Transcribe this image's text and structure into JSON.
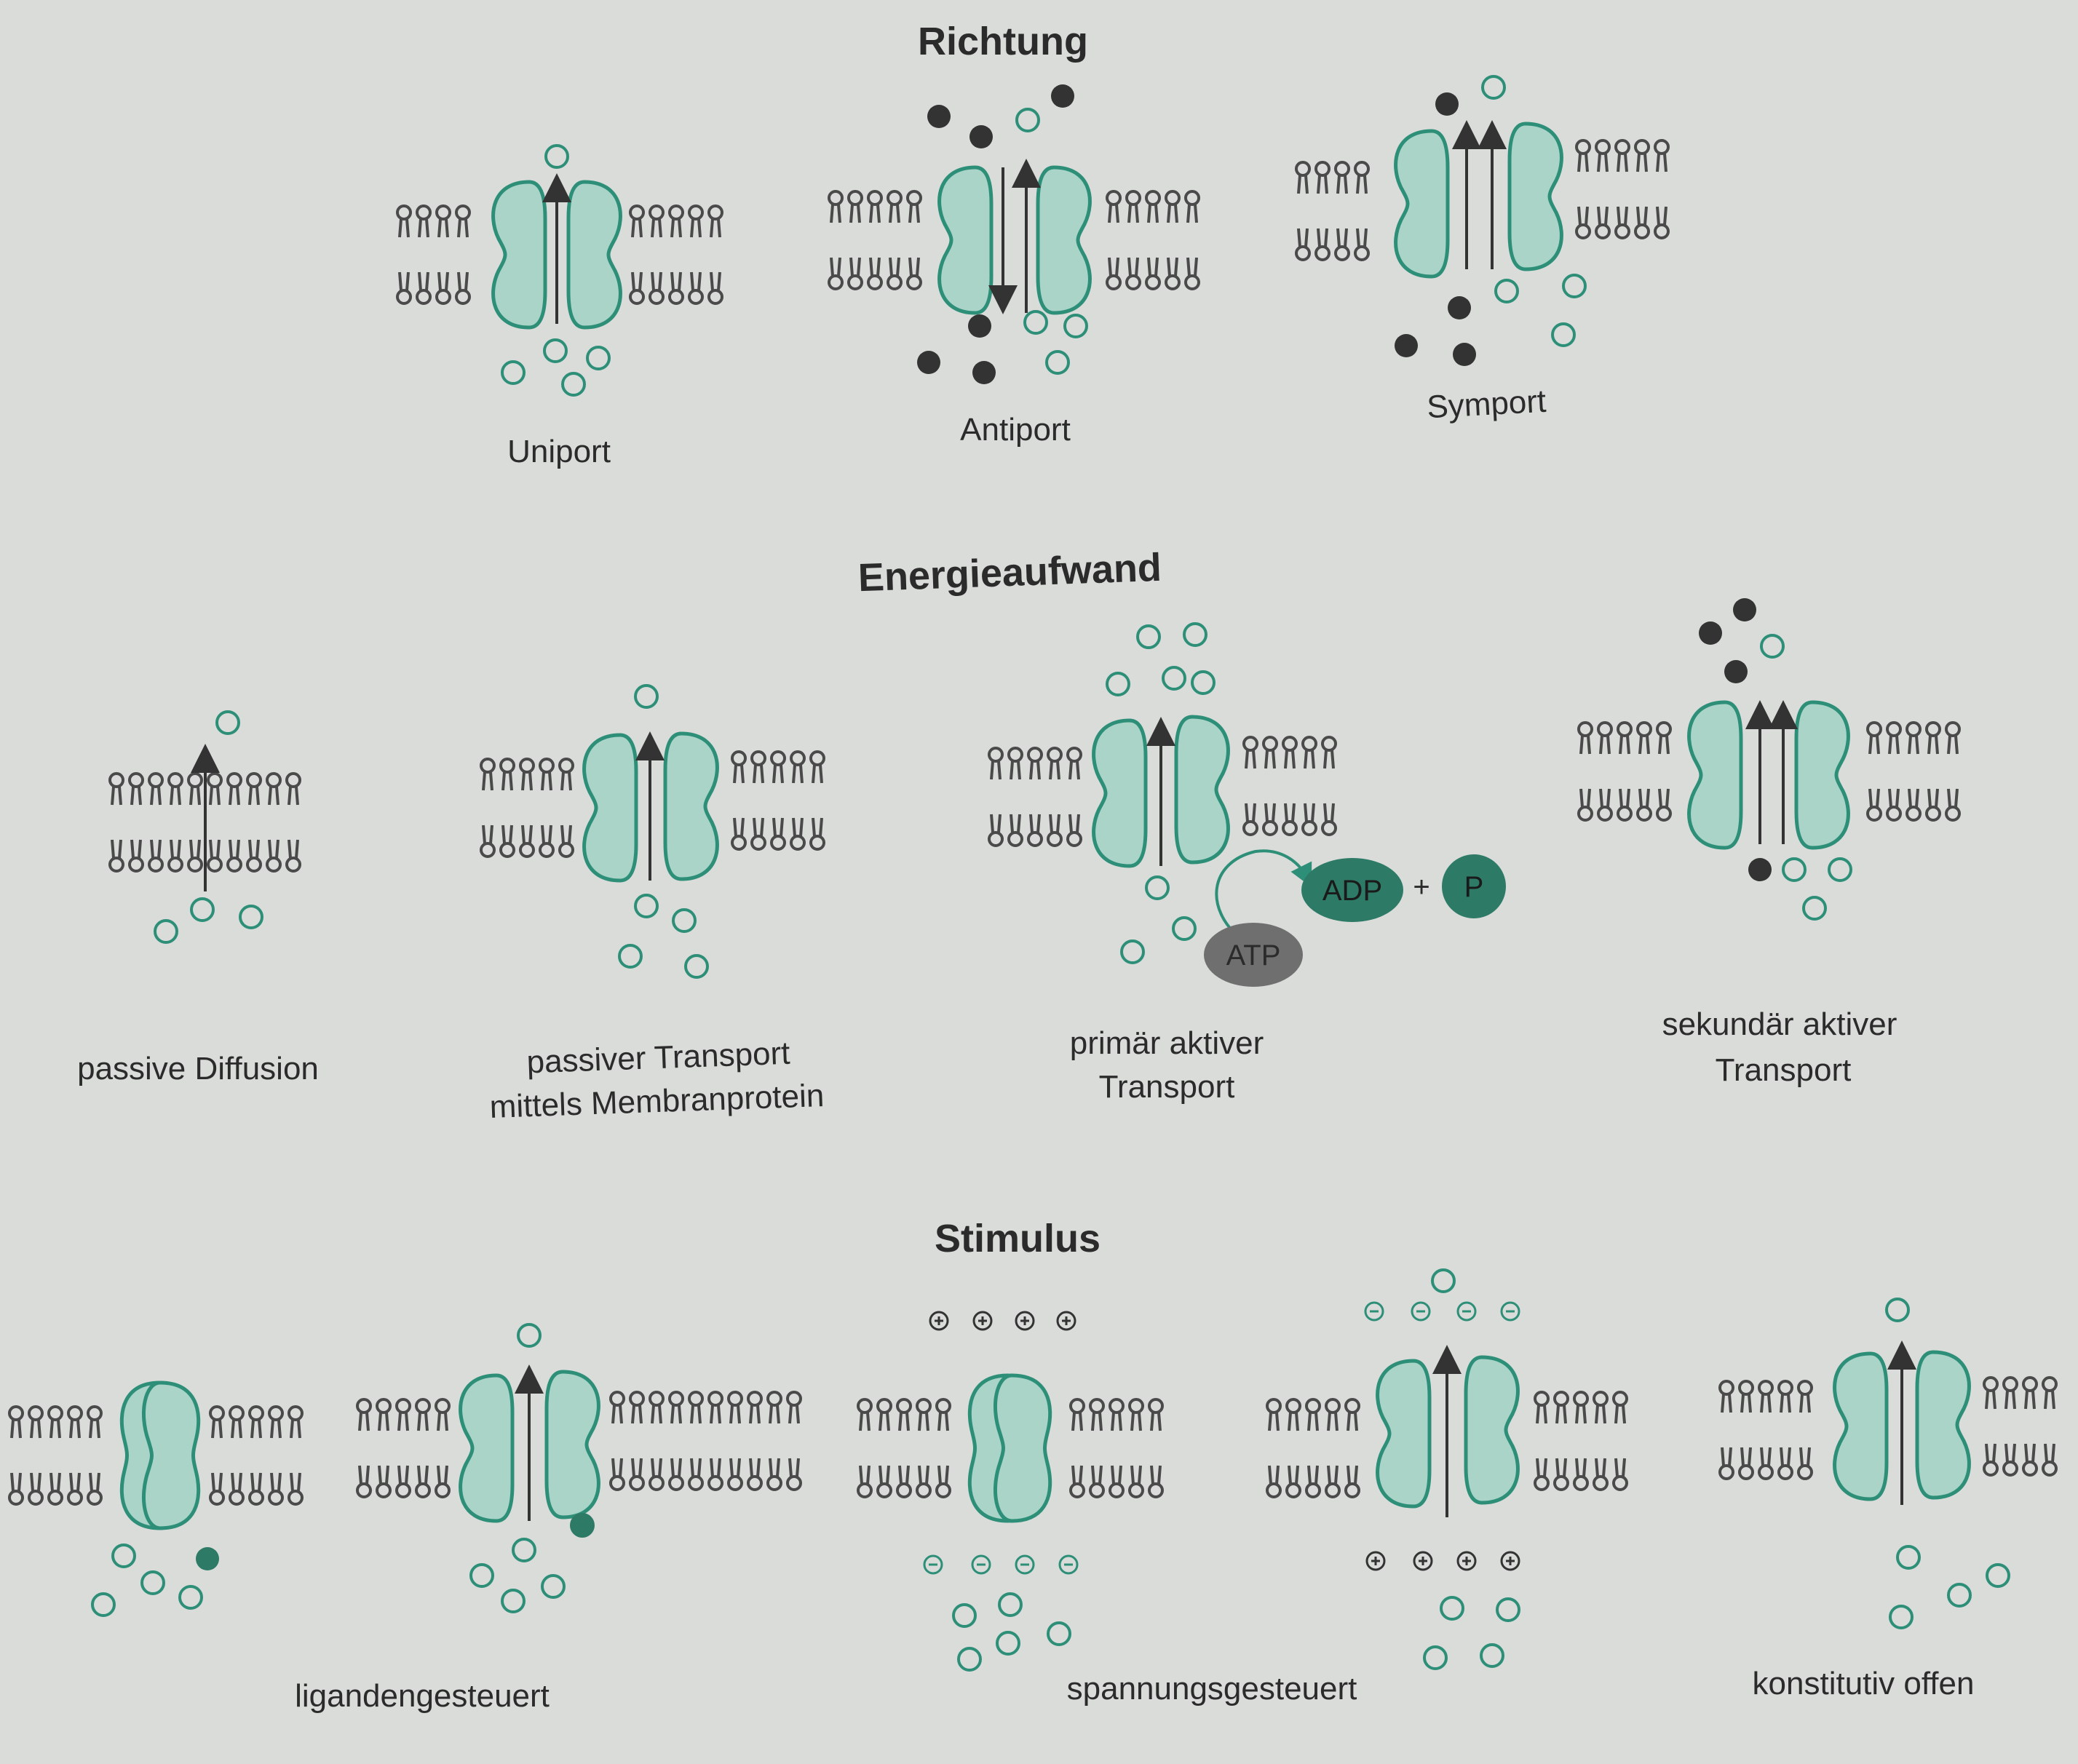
{
  "colors": {
    "background": "#d9dcd9",
    "protein_fill": "#a9d4c7",
    "protein_stroke": "#2e8f78",
    "lipid": "#4a4a4a",
    "molecule_filled": "#333333",
    "accent_dark": "#2d7a66",
    "atp_fill": "#6f6f6f"
  },
  "sections": {
    "richtung": {
      "title": "Richtung",
      "captions": {
        "uniport": "Uniport",
        "antiport": "Antiport",
        "symport": "Symport"
      }
    },
    "energie": {
      "title": "Energieaufwand",
      "captions": {
        "passive_diffusion": "passive Diffusion",
        "passiver_line1": "passiver Transport",
        "passiver_line2": "mittels Membranprotein",
        "primaer_line1": "primär aktiver",
        "primaer_line2": "Transport",
        "sekundaer_line1": "sekundär aktiver",
        "sekundaer_line2": "Transport"
      },
      "atp": "ATP",
      "adp": "ADP",
      "plus": "+",
      "p": "P"
    },
    "stimulus": {
      "title": "Stimulus",
      "captions": {
        "ligand": "ligandengesteuert",
        "spannung": "spannungsgesteuert",
        "konstitutiv": "konstitutiv offen"
      }
    }
  }
}
